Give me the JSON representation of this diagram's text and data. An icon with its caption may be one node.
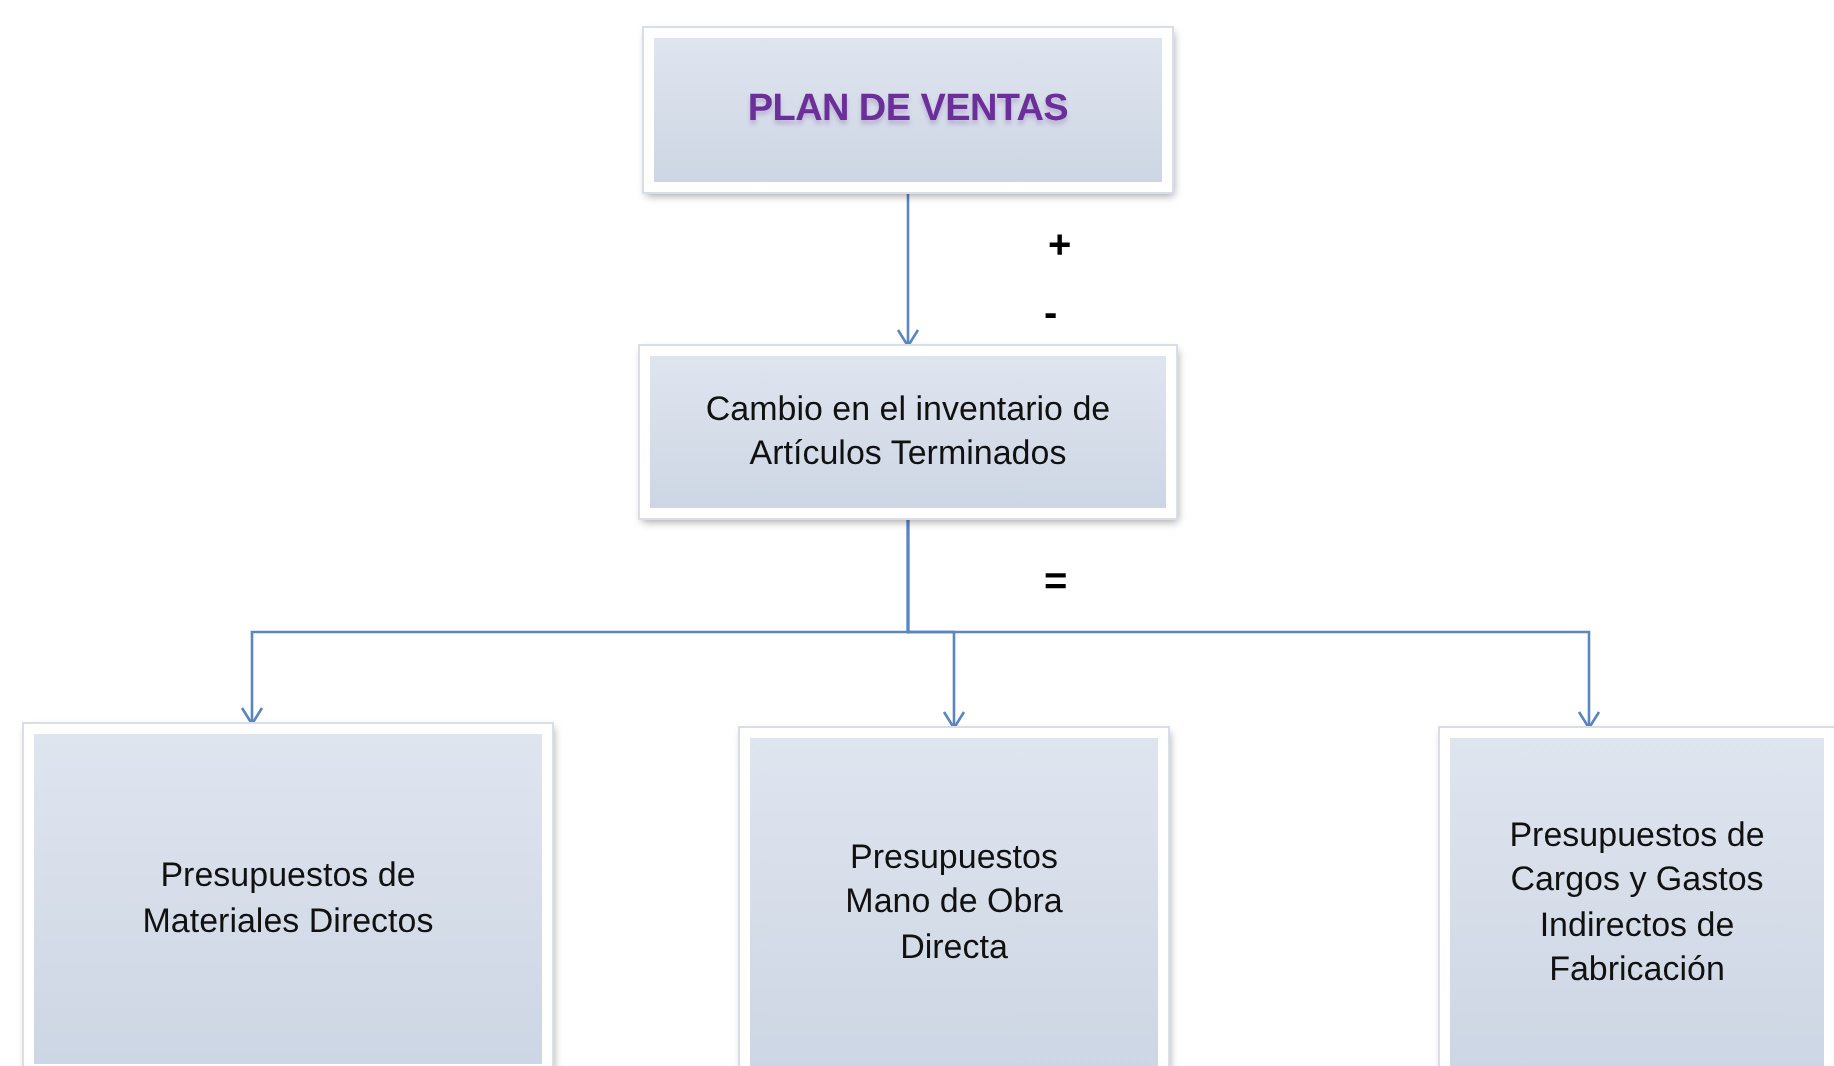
{
  "diagram": {
    "nodes": [
      {
        "text": [
          "PLAN DE VENTAS"
        ]
      },
      {
        "text": [
          "Cambio en el inventario de Artículos Terminados"
        ]
      },
      {
        "text": [
          "Presupuestos de Materiales Directos"
        ]
      },
      {
        "text": [
          "Presupuestos Mano de Obra Directa"
        ]
      },
      {
        "text": [
          "Presupuestos de Cargos y Gastos Indirectos de Fabricación"
        ]
      }
    ],
    "edges": [
      {
        "from": 0,
        "to": 1,
        "arrow": "to"
      },
      {
        "from": 1,
        "to": 2,
        "arrow": "to"
      },
      {
        "from": 1,
        "to": 3,
        "arrow": "to"
      },
      {
        "from": 1,
        "to": 4,
        "arrow": "to"
      }
    ],
    "labels": [
      "+",
      "-",
      "="
    ]
  }
}
